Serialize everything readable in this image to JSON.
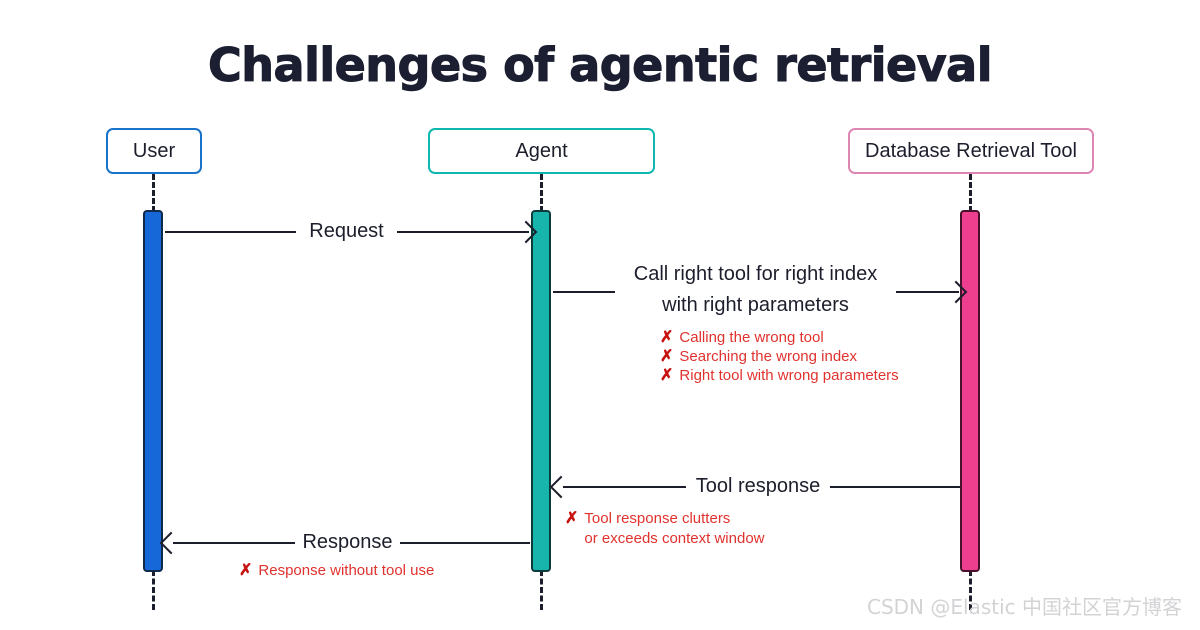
{
  "title": "Challenges of agentic retrieval",
  "watermark": "CSDN @Elastic 中国社区官方博客",
  "colors": {
    "background": "#ffffff",
    "title_text": "#1b1f31",
    "user_accent": "#1a73c8",
    "user_bar": "#1668d8",
    "agent_accent": "#0eb8b0",
    "agent_bar": "#18b5ac",
    "tool_accent": "#de86b3",
    "tool_bar": "#ee3f8f",
    "line": "#1c1e2b",
    "error_text": "#e0322e",
    "error_mark": "#c8120f",
    "watermark": "#d3d3d6"
  },
  "diagram": {
    "type": "sequence-diagram",
    "participants": [
      {
        "id": "user",
        "label": "User"
      },
      {
        "id": "agent",
        "label": "Agent"
      },
      {
        "id": "tool",
        "label": "Database Retrieval Tool"
      }
    ],
    "messages": [
      {
        "id": "request",
        "label": "Request",
        "from": "user",
        "to": "agent",
        "direction": "right",
        "errors": []
      },
      {
        "id": "call-tool",
        "label_line1": "Call right tool for right index",
        "label_line2": "with right parameters",
        "from": "agent",
        "to": "tool",
        "direction": "right",
        "errors": [
          "Calling the wrong tool",
          "Searching the wrong index",
          "Right tool with wrong parameters"
        ]
      },
      {
        "id": "tool-response",
        "label": "Tool response",
        "from": "tool",
        "to": "agent",
        "direction": "left",
        "errors": [
          "Tool response clutters\nor exceeds context window"
        ]
      },
      {
        "id": "response",
        "label": "Response",
        "from": "agent",
        "to": "user",
        "direction": "left",
        "errors": [
          "Response without tool use"
        ]
      }
    ],
    "icons": {
      "error_mark": "✗"
    }
  }
}
